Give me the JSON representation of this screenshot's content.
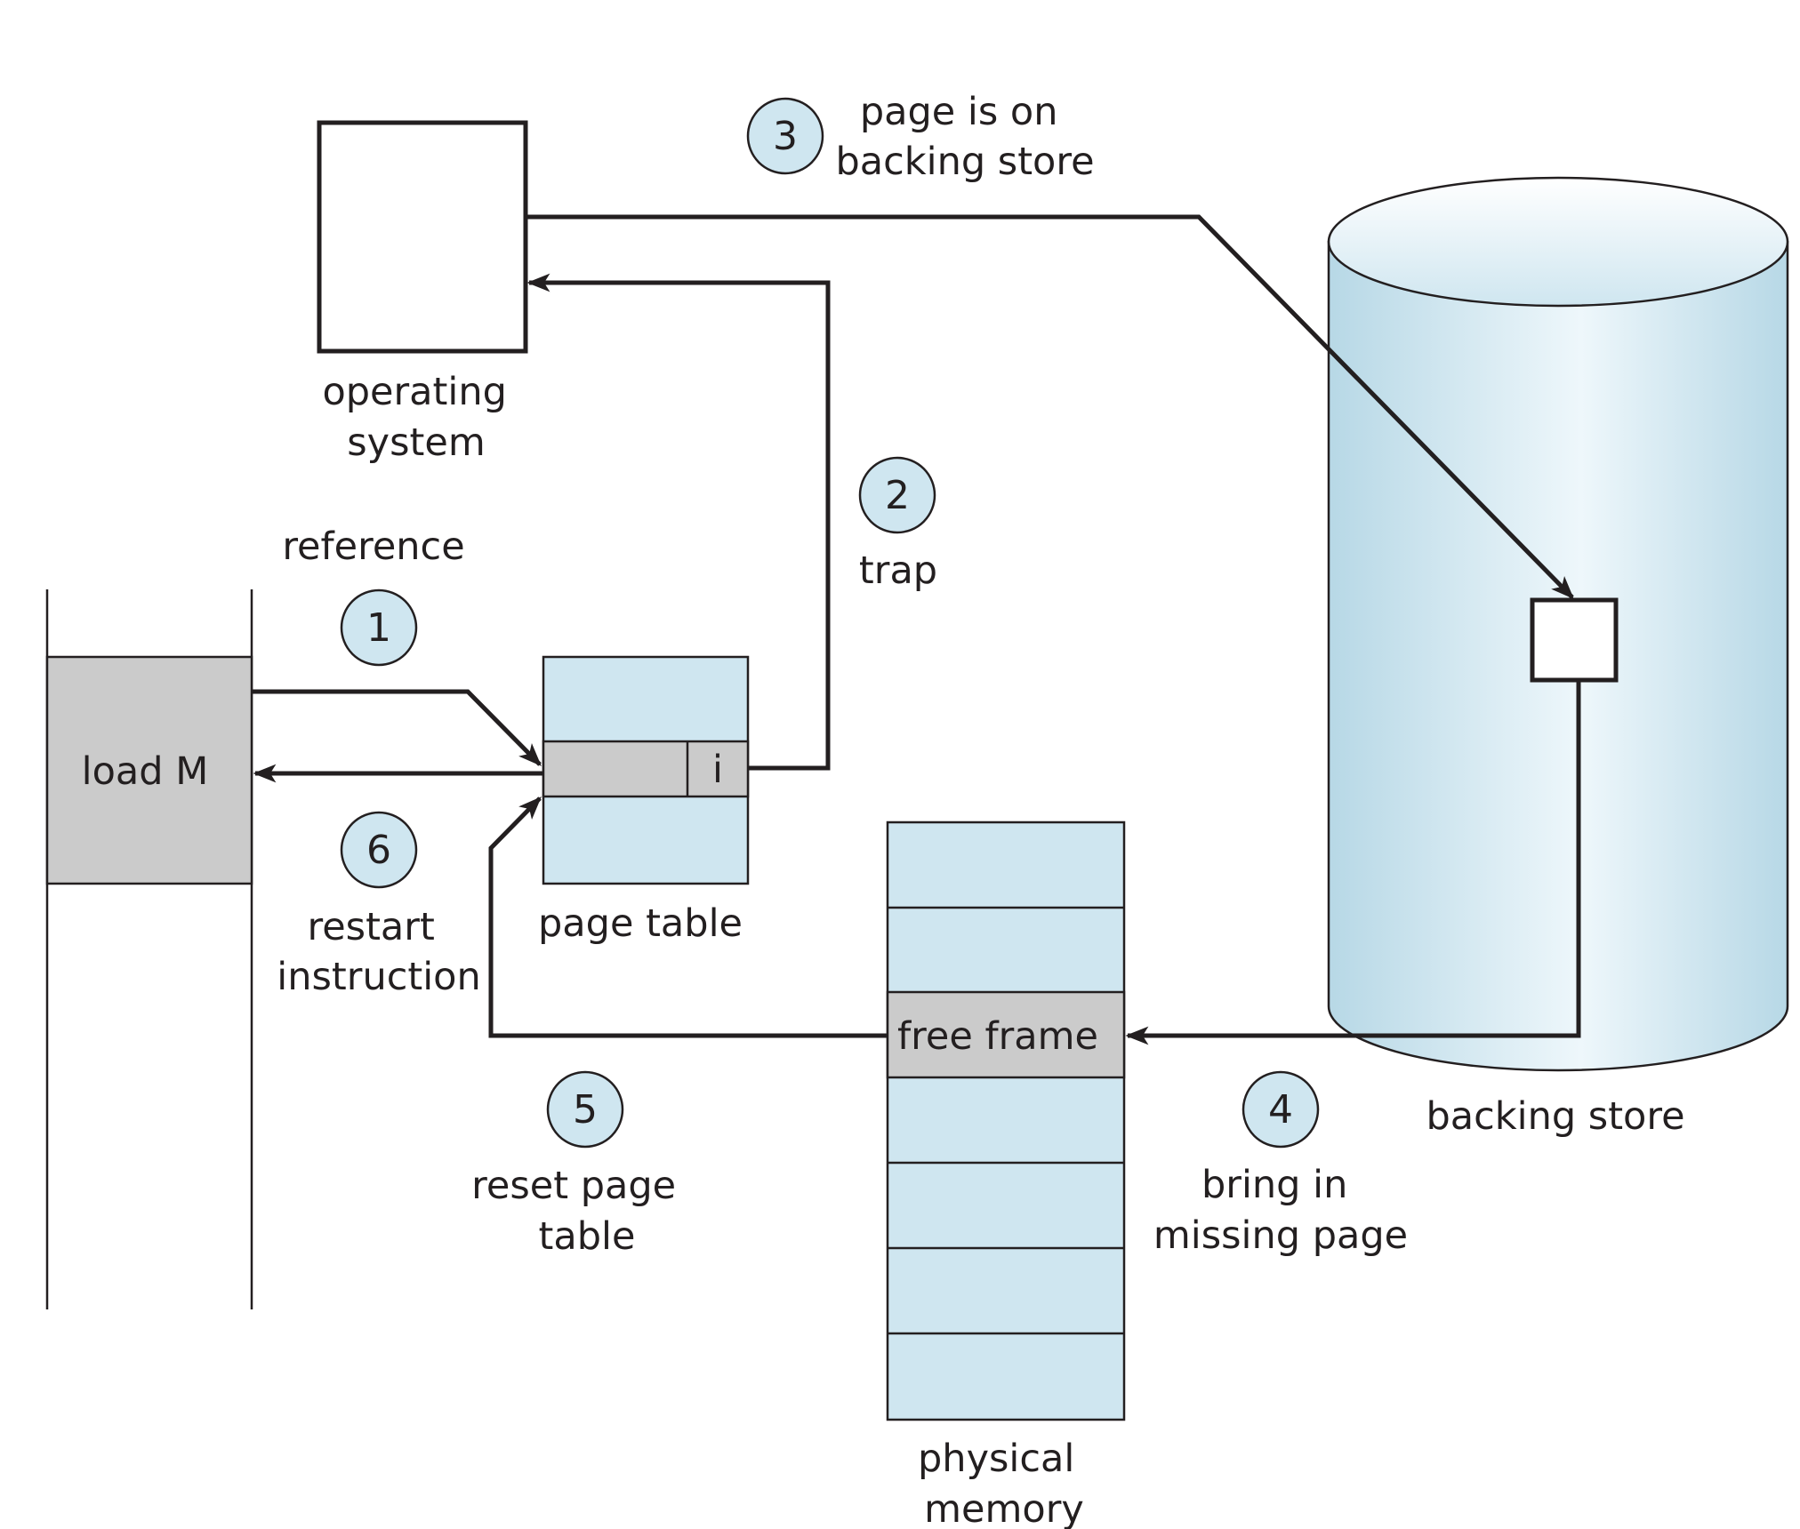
{
  "labels": {
    "operating_system": [
      "operating",
      "system"
    ],
    "reference": "reference",
    "load_instruction": "load M",
    "page_table": "page table",
    "invalid_bit": "i",
    "trap": "trap",
    "page_on_backing_store": [
      "page is on",
      "backing store"
    ],
    "backing_store": "backing store",
    "free_frame": "free frame",
    "physical_memory": [
      "physical",
      "memory"
    ],
    "bring_in": [
      "bring in",
      "missing page"
    ],
    "reset_page_table": [
      "reset page",
      "table"
    ],
    "restart_instruction": [
      "restart",
      "instruction"
    ]
  },
  "steps": [
    "1",
    "2",
    "3",
    "4",
    "5",
    "6"
  ],
  "colors": {
    "light_blue": "#cfe6f0",
    "gray": "#cbcbcb",
    "stroke": "#231f20",
    "cylinder_edge": "#b7d8e6",
    "cylinder_center": "#eef7fb"
  }
}
